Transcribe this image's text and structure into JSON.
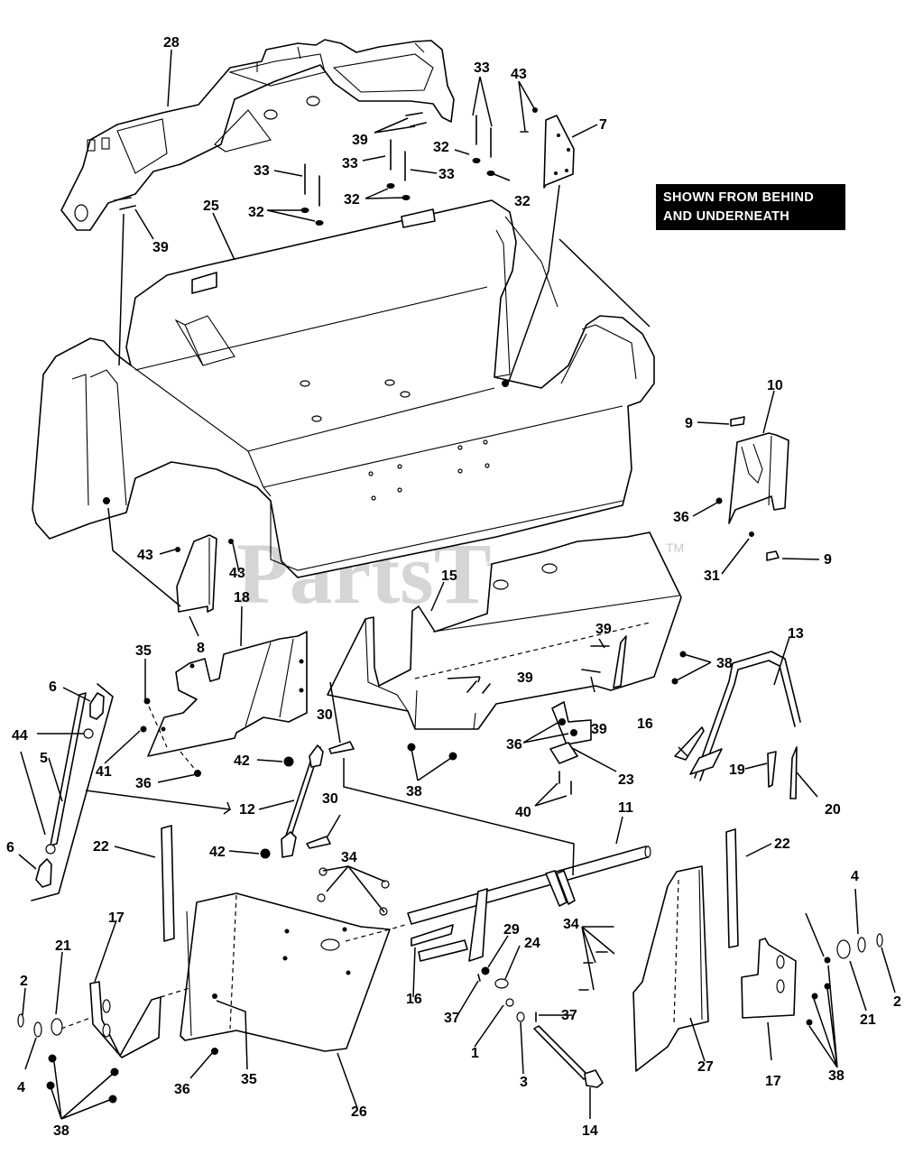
{
  "caption": {
    "line1": "SHOWN FROM BEHIND",
    "line2": "AND UNDERNEATH"
  },
  "watermark": {
    "text": "PartsTree",
    "trademark": "TM"
  },
  "callouts": [
    {
      "id": "c28",
      "label": "28"
    },
    {
      "id": "c33a",
      "label": "33"
    },
    {
      "id": "c43a",
      "label": "43"
    },
    {
      "id": "c7",
      "label": "7"
    },
    {
      "id": "c39a",
      "label": "39"
    },
    {
      "id": "c32a",
      "label": "32"
    },
    {
      "id": "c33b",
      "label": "33"
    },
    {
      "id": "c33c",
      "label": "33"
    },
    {
      "id": "c33d",
      "label": "33"
    },
    {
      "id": "c32b",
      "label": "32"
    },
    {
      "id": "c32c",
      "label": "32"
    },
    {
      "id": "c32d",
      "label": "32"
    },
    {
      "id": "c39b",
      "label": "39"
    },
    {
      "id": "c25",
      "label": "25"
    },
    {
      "id": "c10",
      "label": "10"
    },
    {
      "id": "c9a",
      "label": "9"
    },
    {
      "id": "c36a",
      "label": "36"
    },
    {
      "id": "c9b",
      "label": "9"
    },
    {
      "id": "c31",
      "label": "31"
    },
    {
      "id": "c43b",
      "label": "43"
    },
    {
      "id": "c43c",
      "label": "43"
    },
    {
      "id": "c8",
      "label": "8"
    },
    {
      "id": "c15",
      "label": "15"
    },
    {
      "id": "c18",
      "label": "18"
    },
    {
      "id": "c39c",
      "label": "39"
    },
    {
      "id": "c39d",
      "label": "39"
    },
    {
      "id": "c39e",
      "label": "39"
    },
    {
      "id": "c38a",
      "label": "38"
    },
    {
      "id": "c13",
      "label": "13"
    },
    {
      "id": "c35a",
      "label": "35"
    },
    {
      "id": "c6a",
      "label": "6"
    },
    {
      "id": "c44",
      "label": "44"
    },
    {
      "id": "c5",
      "label": "5"
    },
    {
      "id": "c41",
      "label": "41"
    },
    {
      "id": "c36b",
      "label": "36"
    },
    {
      "id": "c30a",
      "label": "30"
    },
    {
      "id": "c42a",
      "label": "42"
    },
    {
      "id": "c36c",
      "label": "36"
    },
    {
      "id": "c23",
      "label": "23"
    },
    {
      "id": "c16a",
      "label": "16"
    },
    {
      "id": "c19",
      "label": "19"
    },
    {
      "id": "c20",
      "label": "20"
    },
    {
      "id": "c38b",
      "label": "38"
    },
    {
      "id": "c12",
      "label": "12"
    },
    {
      "id": "c30b",
      "label": "30"
    },
    {
      "id": "c40",
      "label": "40"
    },
    {
      "id": "c11",
      "label": "11"
    },
    {
      "id": "c6b",
      "label": "6"
    },
    {
      "id": "c22a",
      "label": "22"
    },
    {
      "id": "c42b",
      "label": "42"
    },
    {
      "id": "c34a",
      "label": "34"
    },
    {
      "id": "c22b",
      "label": "22"
    },
    {
      "id": "c17a",
      "label": "17"
    },
    {
      "id": "c21a",
      "label": "21"
    },
    {
      "id": "c2a",
      "label": "2"
    },
    {
      "id": "c4a",
      "label": "4"
    },
    {
      "id": "c38c",
      "label": "38"
    },
    {
      "id": "c36d",
      "label": "36"
    },
    {
      "id": "c35b",
      "label": "35"
    },
    {
      "id": "c26",
      "label": "26"
    },
    {
      "id": "c16b",
      "label": "16"
    },
    {
      "id": "c29",
      "label": "29"
    },
    {
      "id": "c24",
      "label": "24"
    },
    {
      "id": "c37a",
      "label": "37"
    },
    {
      "id": "c1",
      "label": "1"
    },
    {
      "id": "c37b",
      "label": "37"
    },
    {
      "id": "c3",
      "label": "3"
    },
    {
      "id": "c14",
      "label": "14"
    },
    {
      "id": "c34b",
      "label": "34"
    },
    {
      "id": "c27",
      "label": "27"
    },
    {
      "id": "c17b",
      "label": "17"
    },
    {
      "id": "c38d",
      "label": "38"
    },
    {
      "id": "c4b",
      "label": "4"
    },
    {
      "id": "c21b",
      "label": "21"
    },
    {
      "id": "c2b",
      "label": "2"
    }
  ]
}
